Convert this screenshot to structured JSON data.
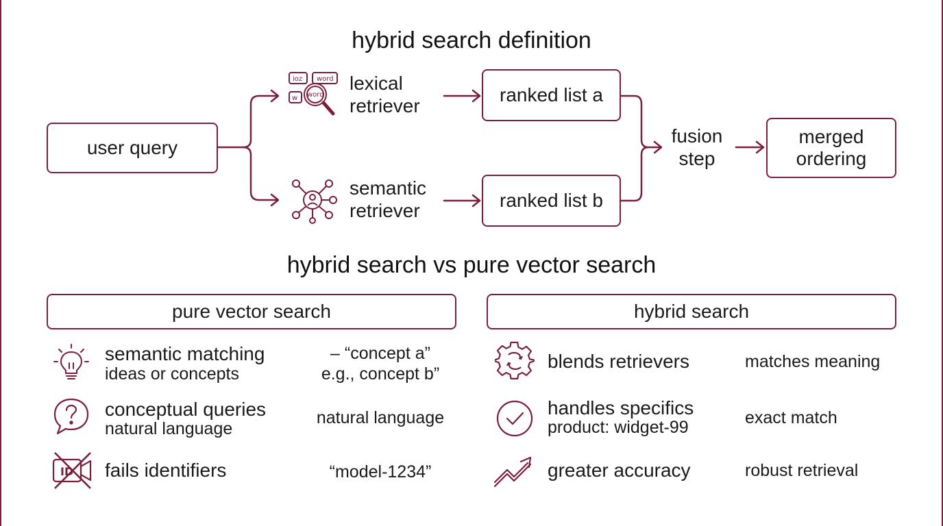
{
  "diagram": {
    "title": "hybrid search definition",
    "user_query": "user query",
    "lexical_retriever": [
      "lexical",
      "retriever"
    ],
    "lexical_icon_tags": [
      "ioz",
      "word",
      "word",
      "w"
    ],
    "semantic_retriever": [
      "semantic",
      "retriever"
    ],
    "ranked_list_a": "ranked list a",
    "ranked_list_b": "ranked list b",
    "fusion_step": [
      "fusion",
      "step"
    ],
    "merged_ordering": [
      "merged",
      "ordering"
    ]
  },
  "comparison": {
    "title": "hybrid search vs pure vector search",
    "pure": {
      "header": "pure vector search",
      "rows": [
        {
          "icon": "lightbulb-icon",
          "main": "semantic matching",
          "sub": "ideas or concepts",
          "note": [
            "– “concept a”",
            "e.g., concept b”"
          ]
        },
        {
          "icon": "question-bubble-icon",
          "main": "conceptual queries",
          "sub": "natural language",
          "note": [
            "natural language"
          ]
        },
        {
          "icon": "id-crossed-icon",
          "icon_text": "ID",
          "main": "fails identifiers",
          "sub": "",
          "note": [
            "“model-1234”"
          ]
        }
      ]
    },
    "hybrid": {
      "header": "hybrid search",
      "rows": [
        {
          "icon": "gear-blend-icon",
          "main": "blends retrievers",
          "sub": "",
          "note": [
            "matches meaning"
          ]
        },
        {
          "icon": "check-circle-icon",
          "main": "handles specifics",
          "sub": "product: widget-99",
          "note": [
            "exact match"
          ]
        },
        {
          "icon": "trend-up-icon",
          "main": "greater accuracy",
          "sub": "",
          "note": [
            "robust retrieval"
          ]
        }
      ]
    }
  },
  "colors": {
    "accent": "#7a1e3a",
    "text": "#1a1a1a",
    "background": "#ffffff"
  }
}
